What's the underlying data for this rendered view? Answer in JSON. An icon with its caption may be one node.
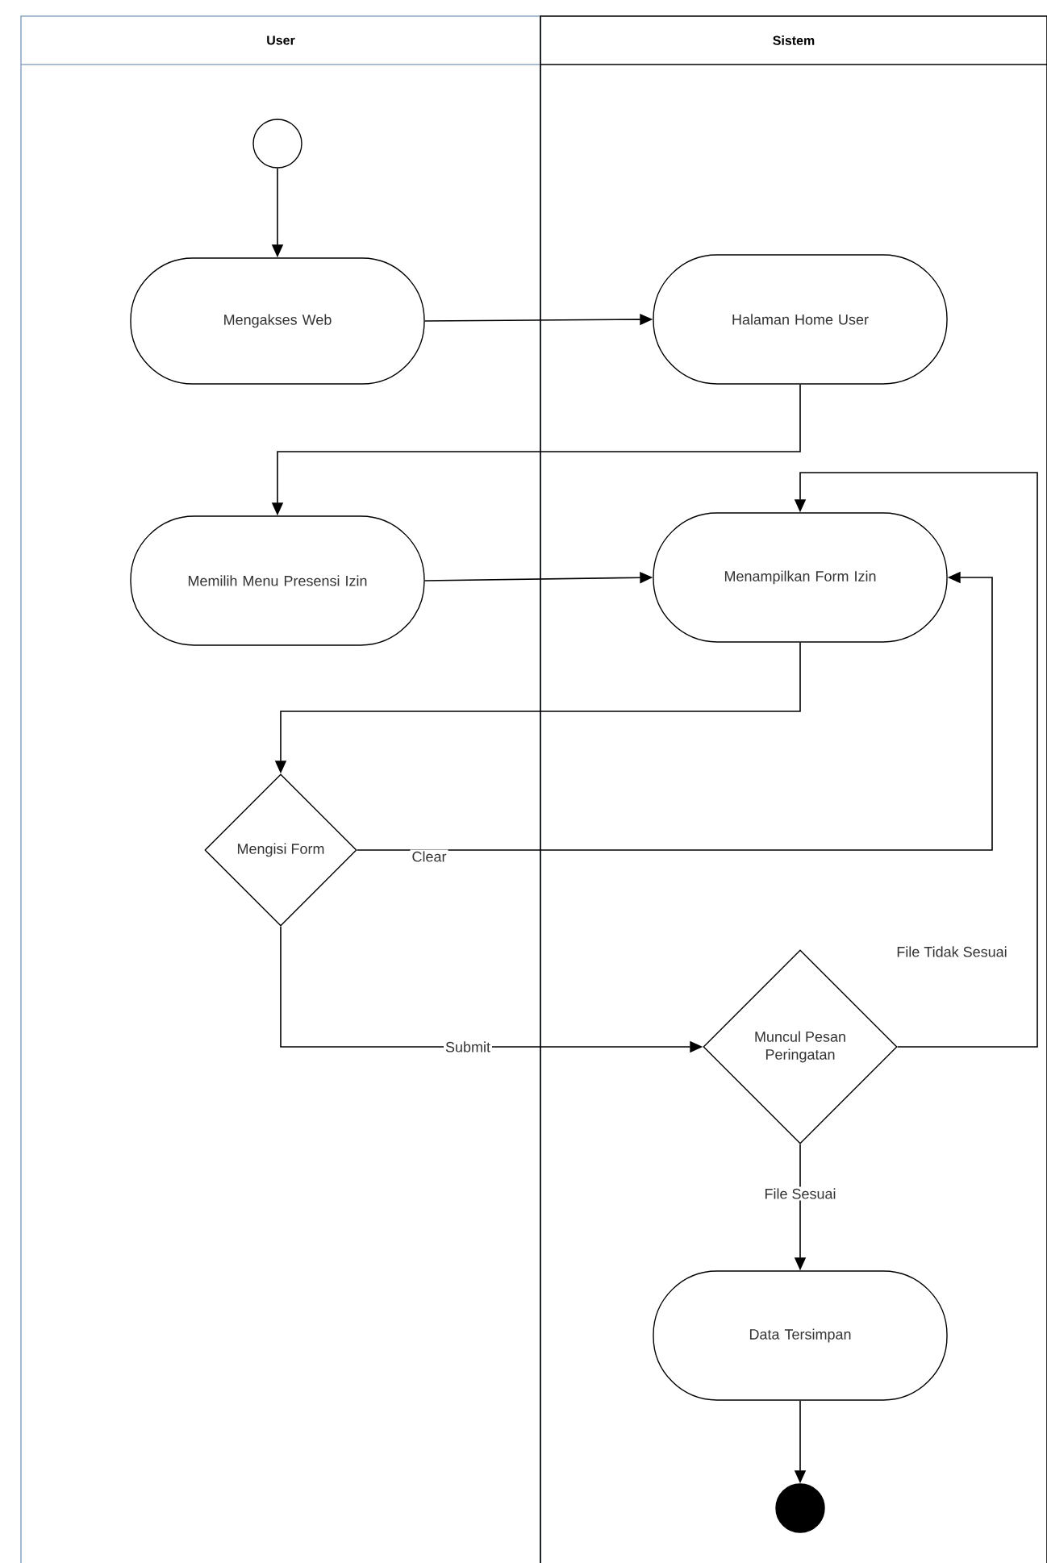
{
  "diagram": {
    "nodes": [
      {
        "text": [
          "User"
        ]
      },
      {
        "text": [
          "Sistem"
        ]
      },
      {
        "text": [],
        "shape": "circle",
        "in": 0
      },
      {
        "text": [
          "Mengakses Web"
        ],
        "in": 0
      },
      {
        "text": [
          "Halaman Home User"
        ],
        "in": 1
      },
      {
        "text": [
          "Memilih Menu Presensi Izin"
        ],
        "in": 0
      },
      {
        "text": [
          "Menampilkan Form Izin"
        ],
        "in": 1
      },
      {
        "text": [
          "Mengisi Form"
        ],
        "in": 0
      },
      {
        "text": [
          "Muncul Pesan Peringatan"
        ],
        "in": 1
      },
      {
        "text": [
          "Data Tersimpan"
        ],
        "in": 1
      },
      {
        "text": [],
        "shape": "circle",
        "in": 1
      }
    ],
    "edges": [
      {
        "from": 2,
        "to": 3,
        "arrow": "to"
      },
      {
        "from": 3,
        "to": 4,
        "arrow": "to"
      },
      {
        "from": 4,
        "to": 5,
        "arrow": "to"
      },
      {
        "from": 5,
        "to": 6,
        "arrow": "to"
      },
      {
        "from": 6,
        "to": 7,
        "arrow": "to"
      },
      {
        "from": 7,
        "to": 6,
        "arrow": "to",
        "label": "Clear"
      },
      {
        "from": 7,
        "to": 8,
        "arrow": "to",
        "label": "Submit"
      },
      {
        "from": 8,
        "to": 6,
        "arrow": "to",
        "label": "File Tidak Sesuai"
      },
      {
        "from": 8,
        "to": 9,
        "arrow": "to",
        "label": "File Sesuai"
      },
      {
        "from": 9,
        "to": 10,
        "arrow": "to"
      }
    ]
  }
}
